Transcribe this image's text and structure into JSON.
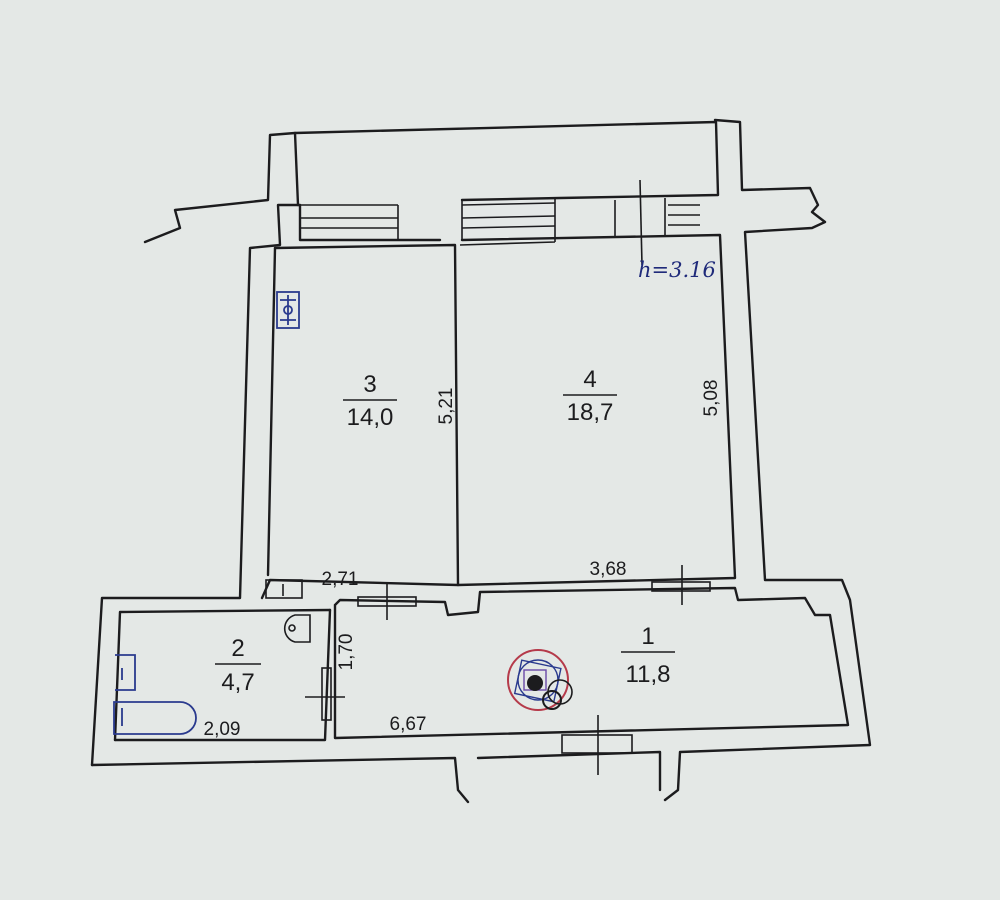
{
  "rooms": [
    {
      "number": "3",
      "area": "14,0"
    },
    {
      "number": "4",
      "area": "18,7"
    },
    {
      "number": "2",
      "area": "4,7"
    },
    {
      "number": "1",
      "area": "11,8"
    }
  ],
  "dimensions": {
    "room3_height": "5,21",
    "room4_height": "5,08",
    "room3_width": "2,71",
    "room4_width": "3,68",
    "bath_height": "1,70",
    "bath_width": "2,09",
    "hall_width": "6,67"
  },
  "ceiling_height_note": "h=3.16",
  "colors": {
    "ink": "#1c1c1e",
    "paper": "#e4e8e6",
    "pen": "#1f2a7a",
    "stamp": "#b53a4a"
  }
}
